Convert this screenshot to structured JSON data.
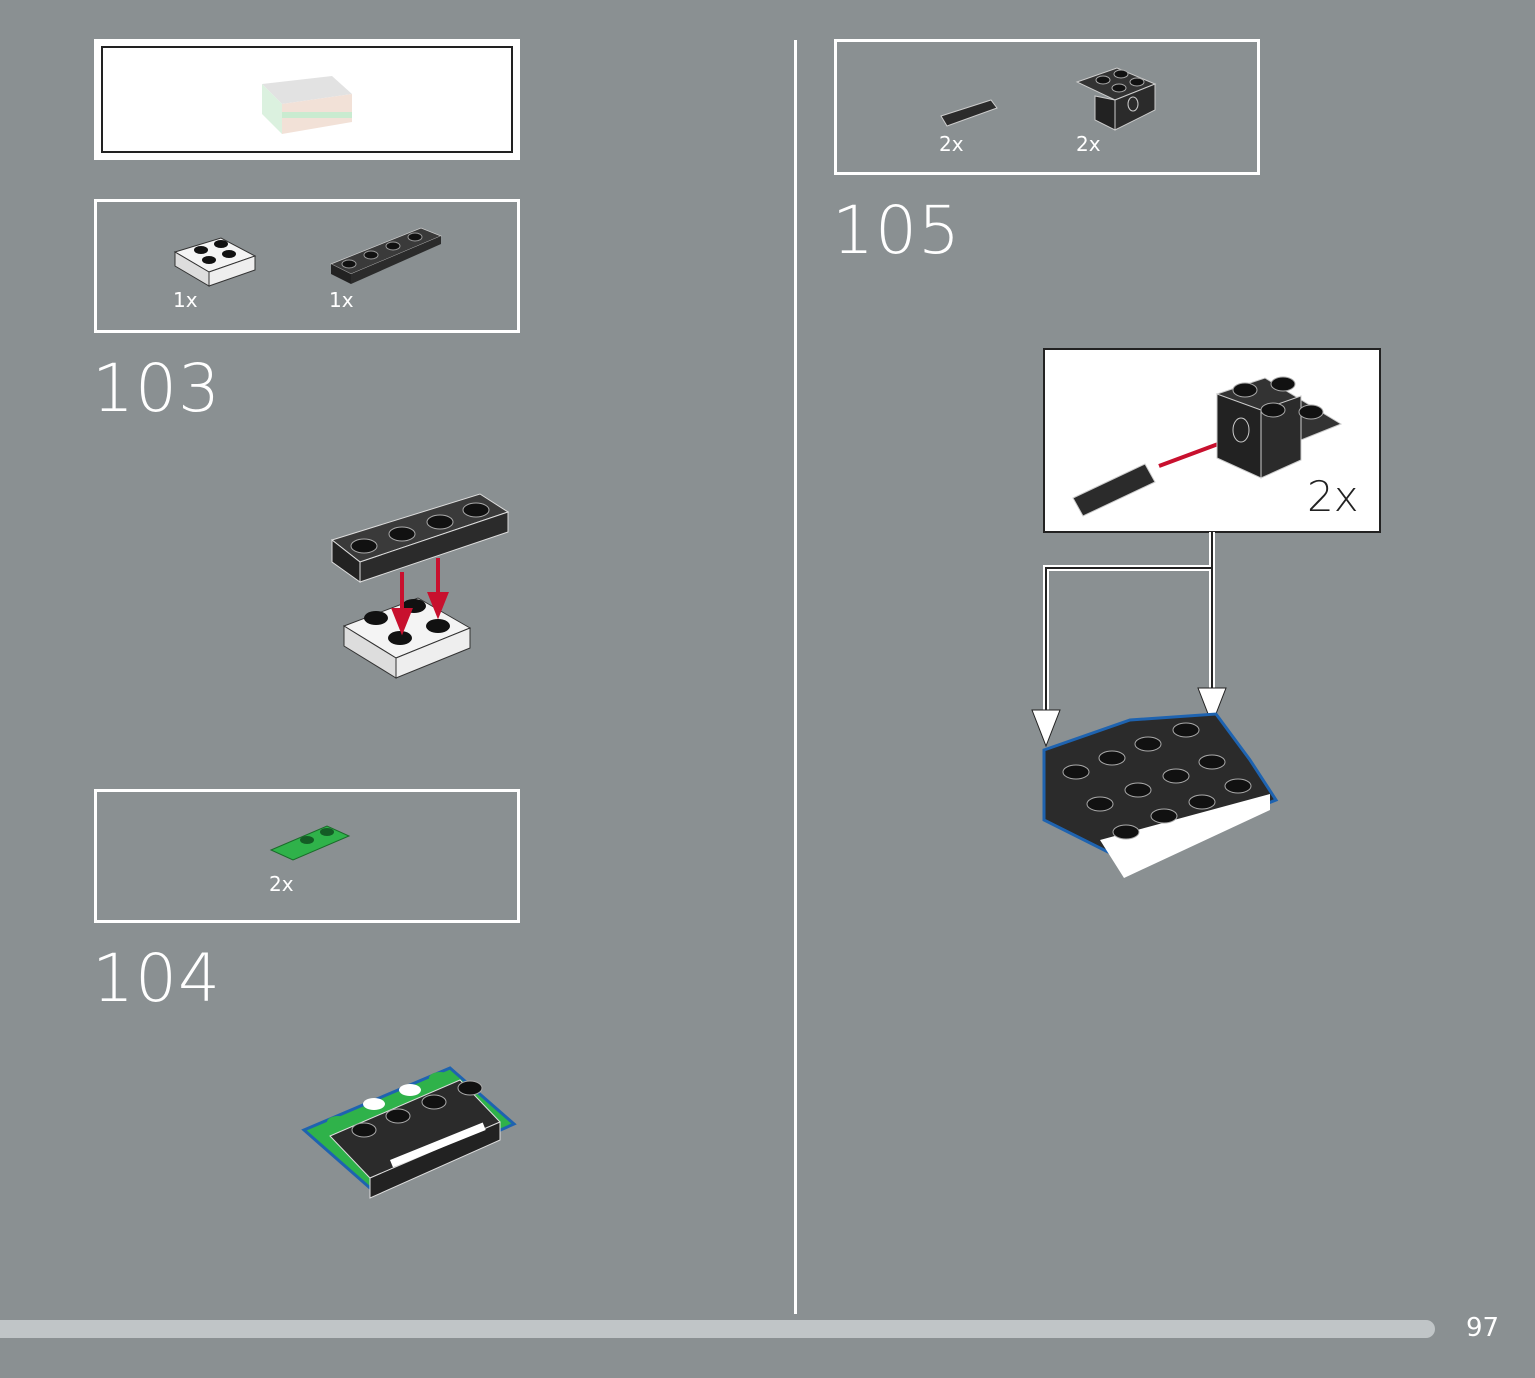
{
  "page_number": "97",
  "submodel_preview": {
    "icon": "submodel-preview-image"
  },
  "steps": [
    {
      "number": "103",
      "parts": [
        {
          "name": "white-plate-2x2",
          "qty": "1x"
        },
        {
          "name": "black-plate-1x4",
          "qty": "1x"
        }
      ]
    },
    {
      "number": "104",
      "parts": [
        {
          "name": "green-plate-clip",
          "qty": "2x"
        }
      ]
    },
    {
      "number": "105",
      "parts": [
        {
          "name": "black-pin",
          "qty": "2x"
        },
        {
          "name": "black-brick-with-hole",
          "qty": "2x"
        }
      ],
      "callout": {
        "qty": "2x"
      }
    }
  ],
  "colors": {
    "background": "#8a9092",
    "arrow": "#c8102e",
    "green": "#2fb24a",
    "outline_blue": "#1e63b0",
    "black_part": "#2b2b2b"
  }
}
